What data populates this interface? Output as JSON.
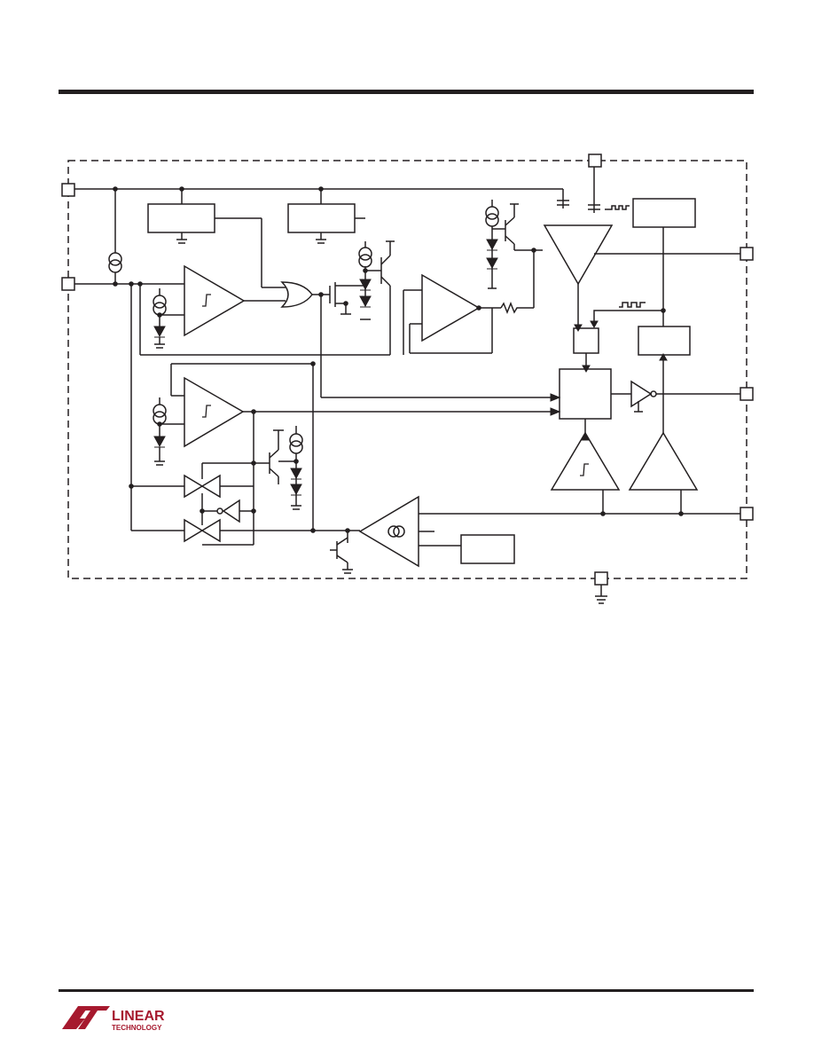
{
  "header": {},
  "footer": {
    "logo": {
      "word_primary": "LINEAR",
      "word_secondary": "TECHNOLOGY",
      "color": "#a6192e"
    }
  },
  "diagram": {
    "line_color": "#231f20",
    "boundary_style": "dashed",
    "pins": [
      "top",
      "left-upper",
      "left-lower",
      "right-1",
      "right-2",
      "right-3",
      "bottom-ground"
    ],
    "blocks": [
      "reference-box-1",
      "reference-box-2",
      "control-box",
      "latch-box",
      "timer-box",
      "pulse-box",
      "right-logic-box",
      "bias-box"
    ],
    "amplifiers": [
      "schmitt-comparator-1",
      "schmitt-comparator-2",
      "buffer-amplifier",
      "output-comparator",
      "schmitt-comparator-3",
      "error-amplifier",
      "transconductance-amplifier"
    ]
  }
}
